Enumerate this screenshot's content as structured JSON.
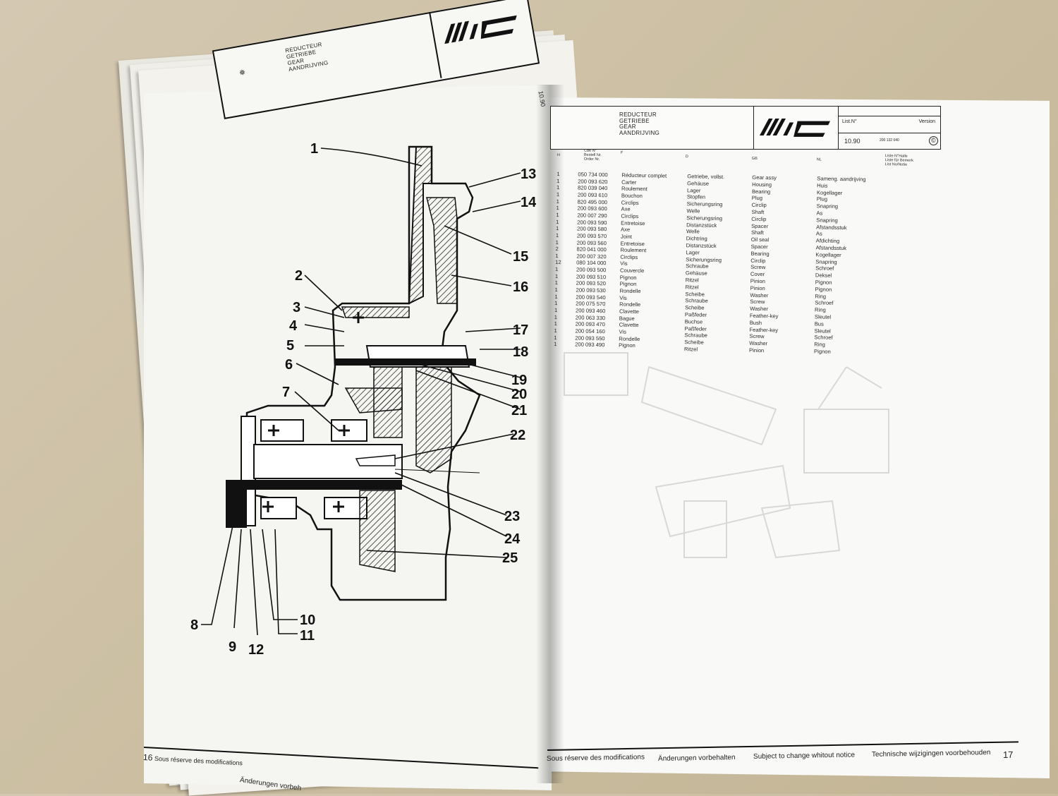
{
  "left_page": {
    "header_titles": [
      "REDUCTEUR",
      "GETRIEBE",
      "GEAR",
      "AANDRIJVING"
    ],
    "header_fragments": [
      "10.90"
    ],
    "callouts": [
      "1",
      "2",
      "3",
      "4",
      "5",
      "6",
      "7",
      "8",
      "9",
      "10",
      "11",
      "12",
      "13",
      "14",
      "15",
      "16",
      "17",
      "18",
      "19",
      "20",
      "21",
      "22",
      "23",
      "24",
      "25"
    ],
    "footer_page": "16",
    "footer_text": "Sous réserve des modifications",
    "footer_text2": "Änderungen vorbeh"
  },
  "right_page": {
    "header_titles": [
      "REDUCTEUR",
      "GETRIEBE",
      "GEAR",
      "AANDRIJVING"
    ],
    "list_no_label": "List.N°",
    "version_label": "Version",
    "version_value": "10.90",
    "version_code": "200 132 040",
    "copyright": "©",
    "table_header": {
      "h": "H",
      "order_no": [
        "Cde N°",
        "Bestell Nr.",
        "Order Nr."
      ],
      "f": "F",
      "d": "D",
      "gb": "GB",
      "nl": "NL",
      "right": [
        "Liste N°Halle",
        "Liste für Bemerk",
        "List No/Notie"
      ]
    },
    "parts": [
      {
        "qty": "1",
        "no": "050 734 000",
        "f": "Réducteur complet",
        "d": "Getriebe, vollst.",
        "gb": "Gear assy",
        "nl": "Sameng. aandrijving"
      },
      {
        "qty": "1",
        "no": "200 093 620",
        "f": "Carter",
        "d": "Gehäuse",
        "gb": "Housing",
        "nl": "Huis"
      },
      {
        "qty": "1",
        "no": "820 039 040",
        "f": "Roulement",
        "d": "Lager",
        "gb": "Bearing",
        "nl": "Kogellager"
      },
      {
        "qty": "1",
        "no": "200 093 610",
        "f": "Bouchon",
        "d": "Stopfen",
        "gb": "Plug",
        "nl": "Plug"
      },
      {
        "qty": "1",
        "no": "820 495 000",
        "f": "Circlips",
        "d": "Sicherungsring",
        "gb": "Circlip",
        "nl": "Snapring"
      },
      {
        "qty": "1",
        "no": "200 093 600",
        "f": "Axe",
        "d": "Welle",
        "gb": "Shaft",
        "nl": "As"
      },
      {
        "qty": "1",
        "no": "200 007 290",
        "f": "Circlips",
        "d": "Sicherungsring",
        "gb": "Circlip",
        "nl": "Snapring"
      },
      {
        "qty": "1",
        "no": "200 093 590",
        "f": "Entretoise",
        "d": "Distanzstück",
        "gb": "Spacer",
        "nl": "Afstandsstuk"
      },
      {
        "qty": "1",
        "no": "200 093 580",
        "f": "Axe",
        "d": "Welle",
        "gb": "Shaft",
        "nl": "As"
      },
      {
        "qty": "1",
        "no": "200 093 570",
        "f": "Joint",
        "d": "Dichtring",
        "gb": "Oil seal",
        "nl": "Afdichting"
      },
      {
        "qty": "1",
        "no": "200 093 560",
        "f": "Entretoise",
        "d": "Distanzstück",
        "gb": "Spacer",
        "nl": "Afstandsstuk"
      },
      {
        "qty": "2",
        "no": "820 041 000",
        "f": "Roulement",
        "d": "Lager",
        "gb": "Bearing",
        "nl": "Kogellager"
      },
      {
        "qty": "1",
        "no": "200 007 320",
        "f": "Circlips",
        "d": "Sicherungsring",
        "gb": "Circlip",
        "nl": "Snapring"
      },
      {
        "qty": "12",
        "no": "080 104 000",
        "f": "Vis",
        "d": "Schraube",
        "gb": "Screw",
        "nl": "Schroef"
      },
      {
        "qty": "1",
        "no": "200 093 500",
        "f": "Couvercle",
        "d": "Gehäuse",
        "gb": "Cover",
        "nl": "Deksel"
      },
      {
        "qty": "1",
        "no": "200 093 510",
        "f": "Pignon",
        "d": "Ritzel",
        "gb": "Pinion",
        "nl": "Pignon"
      },
      {
        "qty": "1",
        "no": "200 093 520",
        "f": "Pignon",
        "d": "Ritzel",
        "gb": "Pinion",
        "nl": "Pignon"
      },
      {
        "qty": "1",
        "no": "200 093 530",
        "f": "Rondelle",
        "d": "Scheibe",
        "gb": "Washer",
        "nl": "Ring"
      },
      {
        "qty": "1",
        "no": "200 093 540",
        "f": "Vis",
        "d": "Schraube",
        "gb": "Screw",
        "nl": "Schroef"
      },
      {
        "qty": "1",
        "no": "200 075 570",
        "f": "Rondelle",
        "d": "Scheibe",
        "gb": "Washer",
        "nl": "Ring"
      },
      {
        "qty": "1",
        "no": "200 093 460",
        "f": "Clavette",
        "d": "Paßfeder",
        "gb": "Feather-key",
        "nl": "Sleutel"
      },
      {
        "qty": "1",
        "no": "200 063 330",
        "f": "Bague",
        "d": "Buchse",
        "gb": "Bush",
        "nl": "Bus"
      },
      {
        "qty": "1",
        "no": "200 093 470",
        "f": "Clavette",
        "d": "Paßfeder",
        "gb": "Feather-key",
        "nl": "Sleutel"
      },
      {
        "qty": "1",
        "no": "200 054 160",
        "f": "Vis",
        "d": "Schraube",
        "gb": "Screw",
        "nl": "Schroef"
      },
      {
        "qty": "1",
        "no": "200 093 550",
        "f": "Rondelle",
        "d": "Scheibe",
        "gb": "Washer",
        "nl": "Ring"
      },
      {
        "qty": "1",
        "no": "200 093 490",
        "f": "Pignon",
        "d": "Ritzel",
        "gb": "Pinion",
        "nl": "Pignon"
      }
    ],
    "footer": {
      "fr": "Sous réserve des modifications",
      "de": "Änderungen vorbehalten",
      "gb": "Subject to change whitout notice",
      "nl": "Technische wijzigingen voorbehouden",
      "page": "17"
    }
  }
}
